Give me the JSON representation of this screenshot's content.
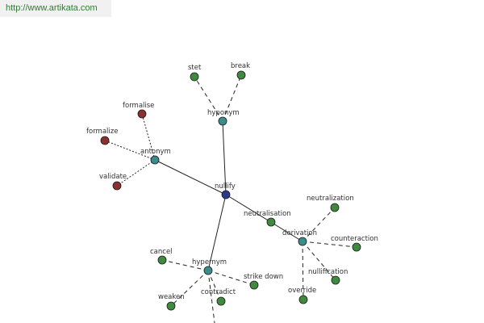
{
  "header": {
    "url": "http://www.artikata.com"
  },
  "graph": {
    "colors": {
      "center": "#2d3a8c",
      "relation": "#3d8c8c",
      "word": "#3f8a3f",
      "antonym_word": "#8c2f2f",
      "edge": "#222222"
    },
    "nodes": [
      {
        "id": "nullify",
        "label": "nullify",
        "kind": "center"
      },
      {
        "id": "hyponym",
        "label": "hyponym",
        "kind": "relation"
      },
      {
        "id": "antonym",
        "label": "antonym",
        "kind": "relation"
      },
      {
        "id": "derivation",
        "label": "derivation",
        "kind": "relation"
      },
      {
        "id": "hypernym",
        "label": "hypernym",
        "kind": "relation"
      },
      {
        "id": "stet",
        "label": "stet",
        "kind": "word"
      },
      {
        "id": "break",
        "label": "break",
        "kind": "word"
      },
      {
        "id": "formalise",
        "label": "formalise",
        "kind": "antonym_word"
      },
      {
        "id": "formalize",
        "label": "formalize",
        "kind": "antonym_word"
      },
      {
        "id": "validate",
        "label": "validate",
        "kind": "antonym_word"
      },
      {
        "id": "neutralisation",
        "label": "neutralisation",
        "kind": "word"
      },
      {
        "id": "neutralization",
        "label": "neutralization",
        "kind": "word"
      },
      {
        "id": "counteraction",
        "label": "counteraction",
        "kind": "word"
      },
      {
        "id": "nullification",
        "label": "nullification",
        "kind": "word"
      },
      {
        "id": "override",
        "label": "override",
        "kind": "word"
      },
      {
        "id": "cancel",
        "label": "cancel",
        "kind": "word"
      },
      {
        "id": "strike-down",
        "label": "strike down",
        "kind": "word"
      },
      {
        "id": "contradict",
        "label": "contradict",
        "kind": "word"
      },
      {
        "id": "weaken",
        "label": "weaken",
        "kind": "word"
      }
    ],
    "edges": [
      {
        "from": "nullify",
        "to": "hyponym",
        "style": "solid"
      },
      {
        "from": "nullify",
        "to": "antonym",
        "style": "solid"
      },
      {
        "from": "nullify",
        "to": "derivation",
        "style": "solid"
      },
      {
        "from": "nullify",
        "to": "hypernym",
        "style": "solid"
      },
      {
        "from": "hyponym",
        "to": "stet",
        "style": "dashed"
      },
      {
        "from": "hyponym",
        "to": "break",
        "style": "dashed"
      },
      {
        "from": "antonym",
        "to": "formalise",
        "style": "dotted"
      },
      {
        "from": "antonym",
        "to": "formalize",
        "style": "dotted"
      },
      {
        "from": "antonym",
        "to": "validate",
        "style": "dotted"
      },
      {
        "from": "derivation",
        "to": "neutralization",
        "style": "dashed"
      },
      {
        "from": "derivation",
        "to": "counteraction",
        "style": "dashed"
      },
      {
        "from": "derivation",
        "to": "nullification",
        "style": "dashed"
      },
      {
        "from": "derivation",
        "to": "override",
        "style": "dashed"
      },
      {
        "from": "hypernym",
        "to": "cancel",
        "style": "dashed"
      },
      {
        "from": "hypernym",
        "to": "strike-down",
        "style": "dashed"
      },
      {
        "from": "hypernym",
        "to": "contradict",
        "style": "dashed"
      },
      {
        "from": "hypernym",
        "to": "weaken",
        "style": "dashed"
      }
    ]
  }
}
